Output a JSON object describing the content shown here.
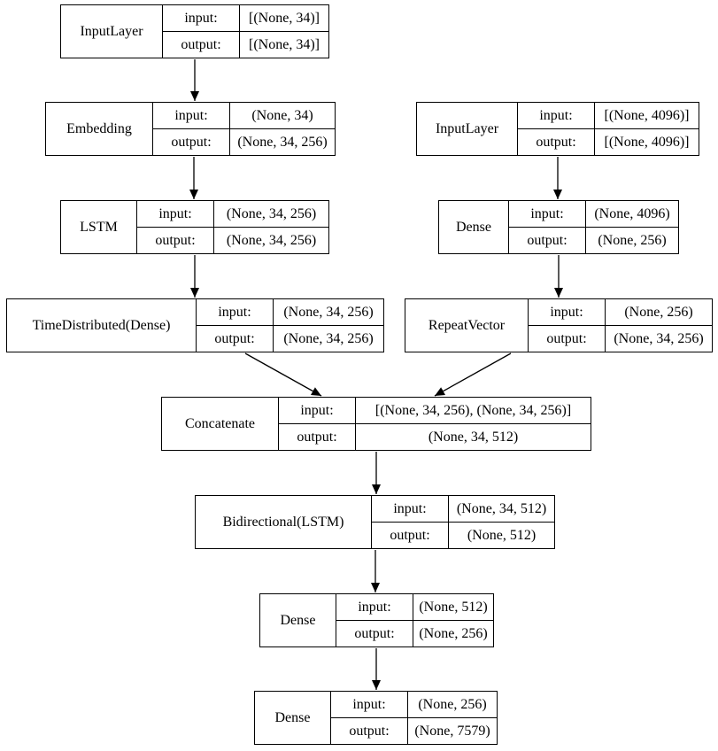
{
  "page": {
    "background_color": "#ffffff",
    "line_color": "#000000",
    "description": "Neural network model architecture diagram"
  },
  "labels": {
    "input": "input:",
    "output": "output:"
  },
  "nodes": [
    {
      "name": "InputLayer",
      "input": "[(None, 34)]",
      "output": "[(None, 34)]"
    },
    {
      "name": "Embedding",
      "input": "(None, 34)",
      "output": "(None, 34, 256)"
    },
    {
      "name": "InputLayer",
      "input": "[(None, 4096)]",
      "output": "[(None, 4096)]"
    },
    {
      "name": "LSTM",
      "input": "(None, 34, 256)",
      "output": "(None, 34, 256)"
    },
    {
      "name": "Dense",
      "input": "(None, 4096)",
      "output": "(None, 256)"
    },
    {
      "name": "TimeDistributed(Dense)",
      "input": "(None, 34, 256)",
      "output": "(None, 34, 256)"
    },
    {
      "name": "RepeatVector",
      "input": "(None, 256)",
      "output": "(None, 34, 256)"
    },
    {
      "name": "Concatenate",
      "input": "[(None, 34, 256), (None, 34, 256)]",
      "output": "(None, 34, 512)"
    },
    {
      "name": "Bidirectional(LSTM)",
      "input": "(None, 34, 512)",
      "output": "(None, 512)"
    },
    {
      "name": "Dense",
      "input": "(None, 512)",
      "output": "(None, 256)"
    },
    {
      "name": "Dense",
      "input": "(None, 256)",
      "output": "(None, 7579)"
    }
  ],
  "edges": [
    {
      "from": "InputLayer (text branch)",
      "to": "Embedding"
    },
    {
      "from": "Embedding",
      "to": "LSTM"
    },
    {
      "from": "LSTM",
      "to": "TimeDistributed(Dense)"
    },
    {
      "from": "InputLayer (feature branch)",
      "to": "Dense"
    },
    {
      "from": "Dense (feature branch)",
      "to": "RepeatVector"
    },
    {
      "from": "TimeDistributed(Dense)",
      "to": "Concatenate"
    },
    {
      "from": "RepeatVector",
      "to": "Concatenate"
    },
    {
      "from": "Concatenate",
      "to": "Bidirectional(LSTM)"
    },
    {
      "from": "Bidirectional(LSTM)",
      "to": "Dense"
    },
    {
      "from": "Dense",
      "to": "Dense (output)"
    }
  ]
}
